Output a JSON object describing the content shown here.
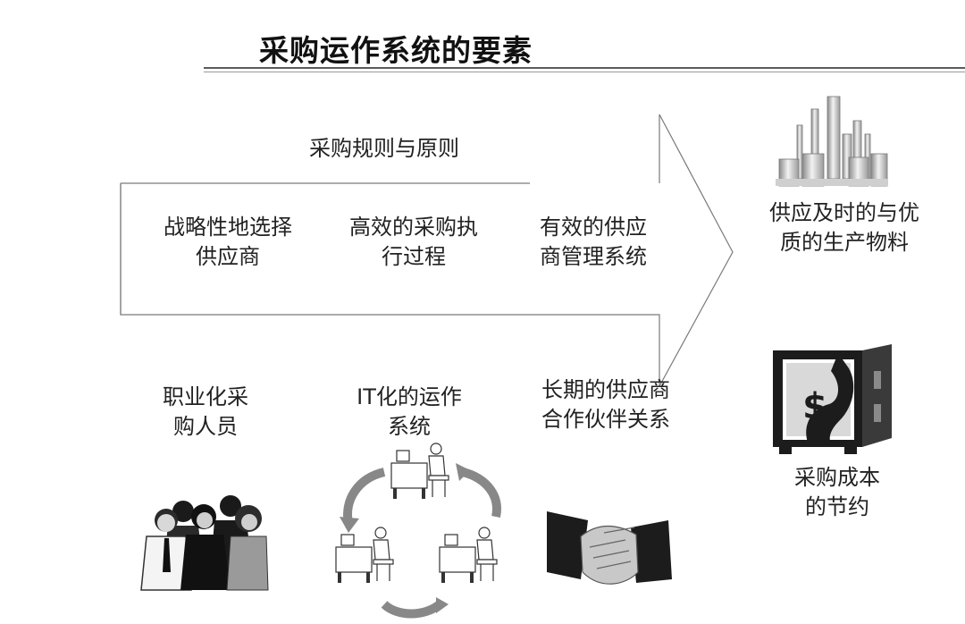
{
  "title": "采购运作系统的要素",
  "arrow": {
    "top_label": "采购规则与原则",
    "items": [
      {
        "line1": "战略性地选择",
        "line2": "供应商"
      },
      {
        "line1": "高效的采购执",
        "line2": "行过程"
      },
      {
        "line1": "有效的供应",
        "line2": "商管理系统"
      }
    ]
  },
  "foundations": [
    {
      "line1": "职业化采",
      "line2": "购人员"
    },
    {
      "line1": "IT化的运作",
      "line2": "系统"
    },
    {
      "line1": "长期的供应商",
      "line2": "合作伙伴关系"
    }
  ],
  "outcomes": [
    {
      "line1": "供应及时的与优",
      "line2": "质的生产物料"
    },
    {
      "line1": "采购成本",
      "line2": "的节约"
    }
  ],
  "icons": {
    "factory": "factory-icon",
    "safe": "money-safe-icon",
    "people": "business-people-icon",
    "it_cycle": "computer-workstations-cycle-icon",
    "handshake": "handshake-icon"
  }
}
